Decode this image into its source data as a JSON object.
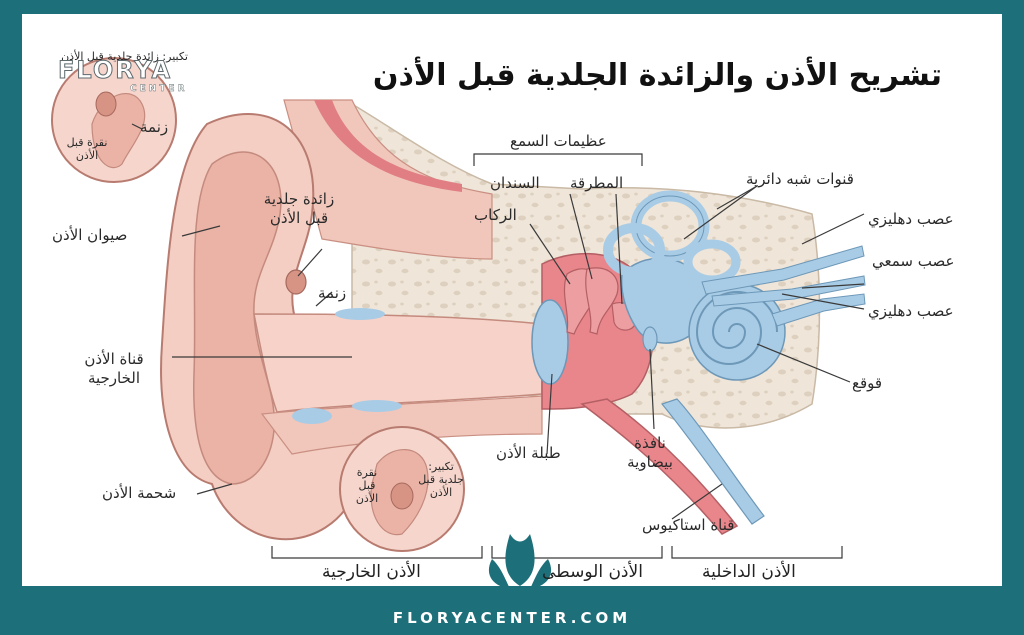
{
  "title": "تشريح الأذن والزائدة الجلدية قبل الأذن",
  "brand": {
    "name": "FLORYA",
    "sub": "CENTER",
    "site": "FLORYACENTER.COM"
  },
  "labels": {
    "zoom_top": "تكبير: زائدة جلدية قبل الأذن",
    "tragus_top": "زنمة",
    "pit_top": "نقرة قبل الأذن",
    "helix": "صيوان الأذن",
    "tag_label": "زائدة جلدية قبل الأذن",
    "tragus_mid": "زنمة",
    "canal": "قناة الأذن الخارجية",
    "lobe": "شحمة الأذن",
    "pit_bottom": "نقرة قبل الأذن",
    "zoom_bottom": "تكبير: جلدية قبل الأذن",
    "ossicles": "عظيمات السمع",
    "incus": "السندان",
    "malleus": "المطرقة",
    "stapes": "الركاب",
    "eardrum": "طبلة الأذن",
    "oval_window": "نافذة بيضاوية",
    "eustachian": "قناة استاكيوس",
    "semicircular": "قنوات شبه دائرية",
    "vestibular_nerve_1": "عصب دهليزي",
    "cochlear_nerve": "عصب سمعي",
    "vestibular_nerve_2": "عصب دهليزي",
    "cochlea": "قوقع"
  },
  "sections": {
    "outer": "الأذن الخارجية",
    "middle": "الأذن الوسطى",
    "inner": "الأذن الداخلية"
  },
  "colors": {
    "skin": "#f3cdc2",
    "skin_dark": "#e4a99c",
    "bone": "#ede4d6",
    "blue": "#a9cce6",
    "red": "#e58f92",
    "frame": "#1d6f7a"
  }
}
